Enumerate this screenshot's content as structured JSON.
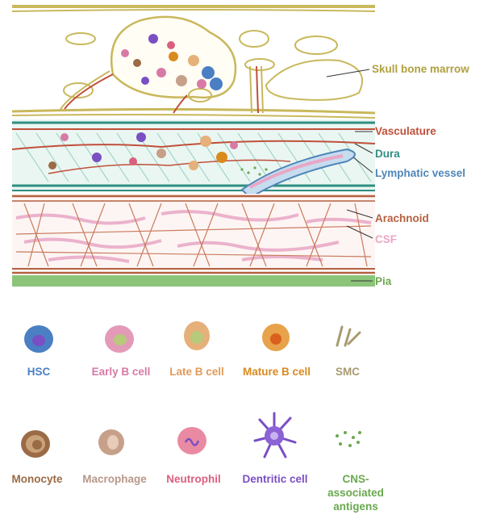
{
  "labels": {
    "skull_bone_marrow": "Skull bone marrow",
    "vasculature": "Vasculature",
    "dura": "Dura",
    "lymphatic_vessel": "Lymphatic vessel",
    "arachnoid": "Arachnoid",
    "csf": "CSF",
    "pia": "Pia"
  },
  "legend": {
    "hsc": "HSC",
    "early_b_cell": "Early B cell",
    "late_b_cell": "Late B cell",
    "mature_b_cell": "Mature B cell",
    "smc": "SMC",
    "monocyte": "Monocyte",
    "macrophage": "Macrophage",
    "neutrophil": "Neutrophil",
    "dendritic_cell": "Dentritic cell",
    "cns_antigens_line1": "CNS-",
    "cns_antigens_line2": "associated",
    "cns_antigens_line3": "antigens"
  },
  "colors": {
    "bone": "#c9b85c",
    "vasculature": "#c0503a",
    "dura": "#2f8f82",
    "lymphatic": "#4f86b8",
    "arachnoid": "#b5603f",
    "csf": "#e9a7c6",
    "pia": "#79b86a",
    "hsc": "#4a7fc4",
    "early_b": "#d87aa6",
    "late_b": "#e6b07a",
    "mature_b": "#d98a1e",
    "smc": "#a89a70",
    "monocyte": "#9a6b45",
    "macrophage": "#c7a08a",
    "neutrophil": "#d9607e",
    "dendritic": "#7a4fc4",
    "cns_antigens": "#6aa84f"
  }
}
